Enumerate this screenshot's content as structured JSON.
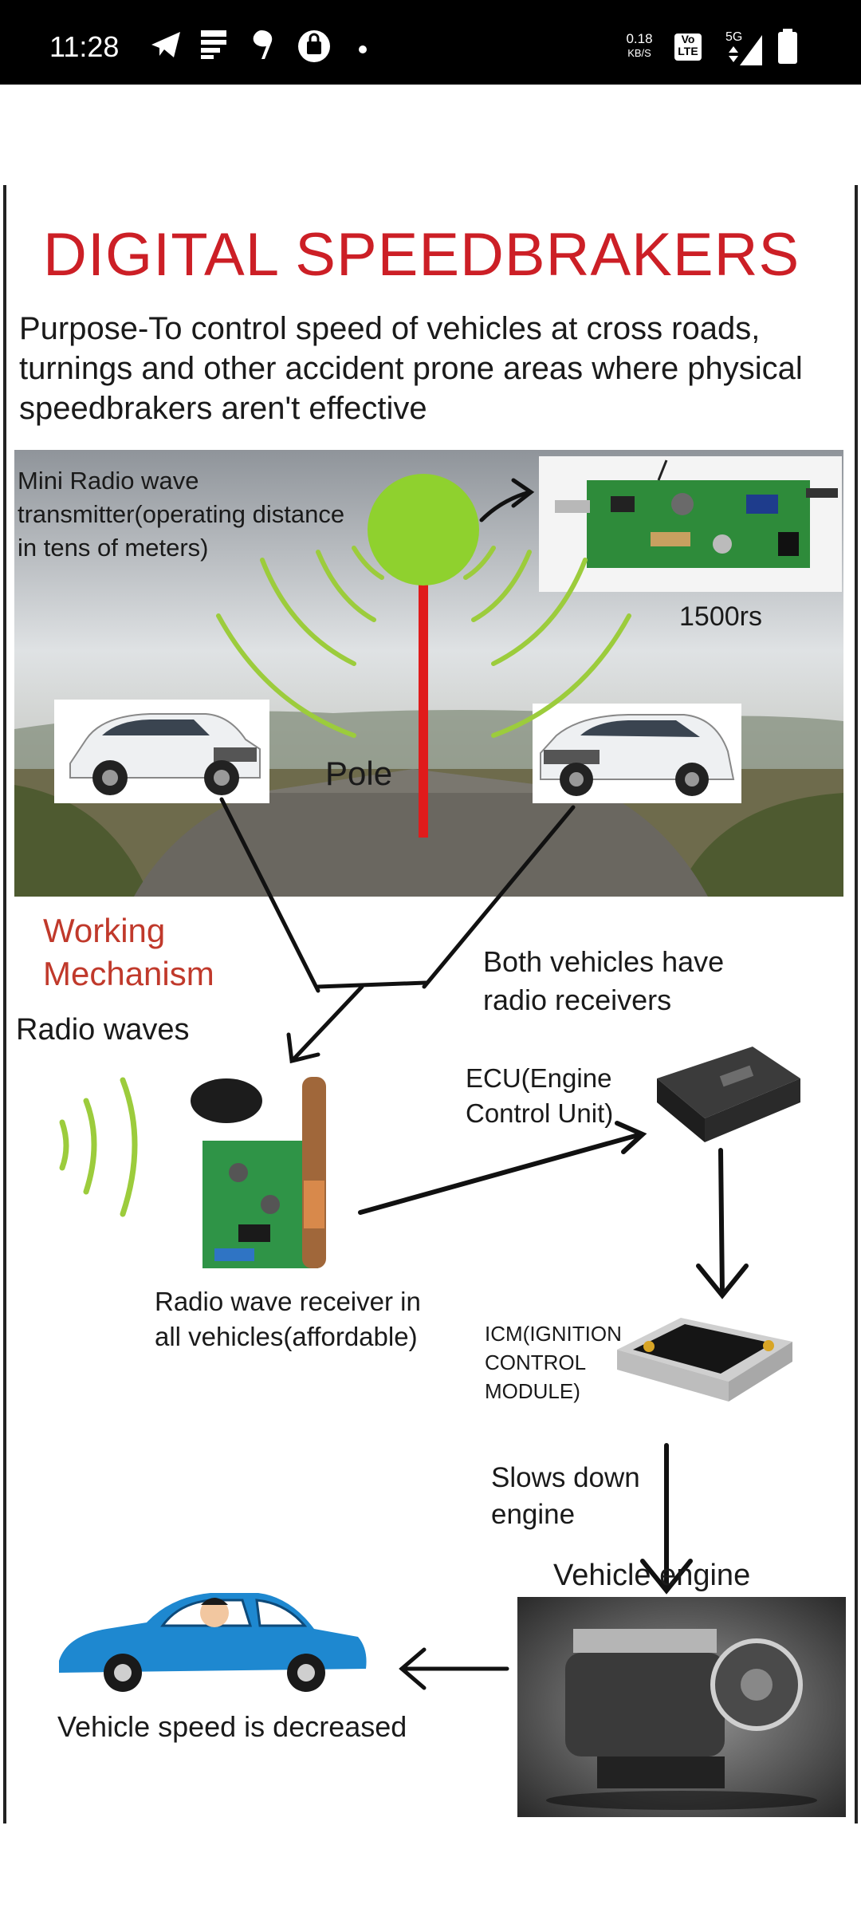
{
  "status_bar": {
    "time": "11:28",
    "net_speed_value": "0.18",
    "net_speed_unit": "KB/S",
    "lte_badge_top": "Vo",
    "lte_badge_bottom": "LTE",
    "network": "5G",
    "icons": [
      "telegram-icon",
      "notes-icon",
      "money-icon",
      "shopping-bag-icon",
      "dot-icon",
      "signal-icon",
      "battery-icon"
    ]
  },
  "poster": {
    "title": "DIGITAL SPEEDBRAKERS",
    "purpose": "Purpose-To control speed of vehicles at cross roads, turnings and other accident prone areas where physical speedbrakers aren't effective",
    "transmitter_label": "Mini Radio wave transmitter(operating distance in tens of meters)",
    "price": "1500rs",
    "pole_label": "Pole",
    "working_mechanism": "Working Mechanism",
    "radio_waves": "Radio waves",
    "both_vehicles": "Both vehicles have radio receivers",
    "ecu_label": "ECU(Engine Control Unit)",
    "receiver_label": "Radio wave receiver in all vehicles(affordable)",
    "icm_label": "ICM(IGNITION CONTROL MODULE)",
    "slows_down": "Slows down engine",
    "vehicle_engine": "Vehicle engine",
    "speed_decreased": "Vehicle speed is decreased"
  },
  "colors": {
    "title_red": "#cc1f26",
    "label_red": "#c0392b",
    "wave_green": "#9ccc3c",
    "pole_red": "#e01b1b",
    "circle_green": "#8fd12e"
  }
}
